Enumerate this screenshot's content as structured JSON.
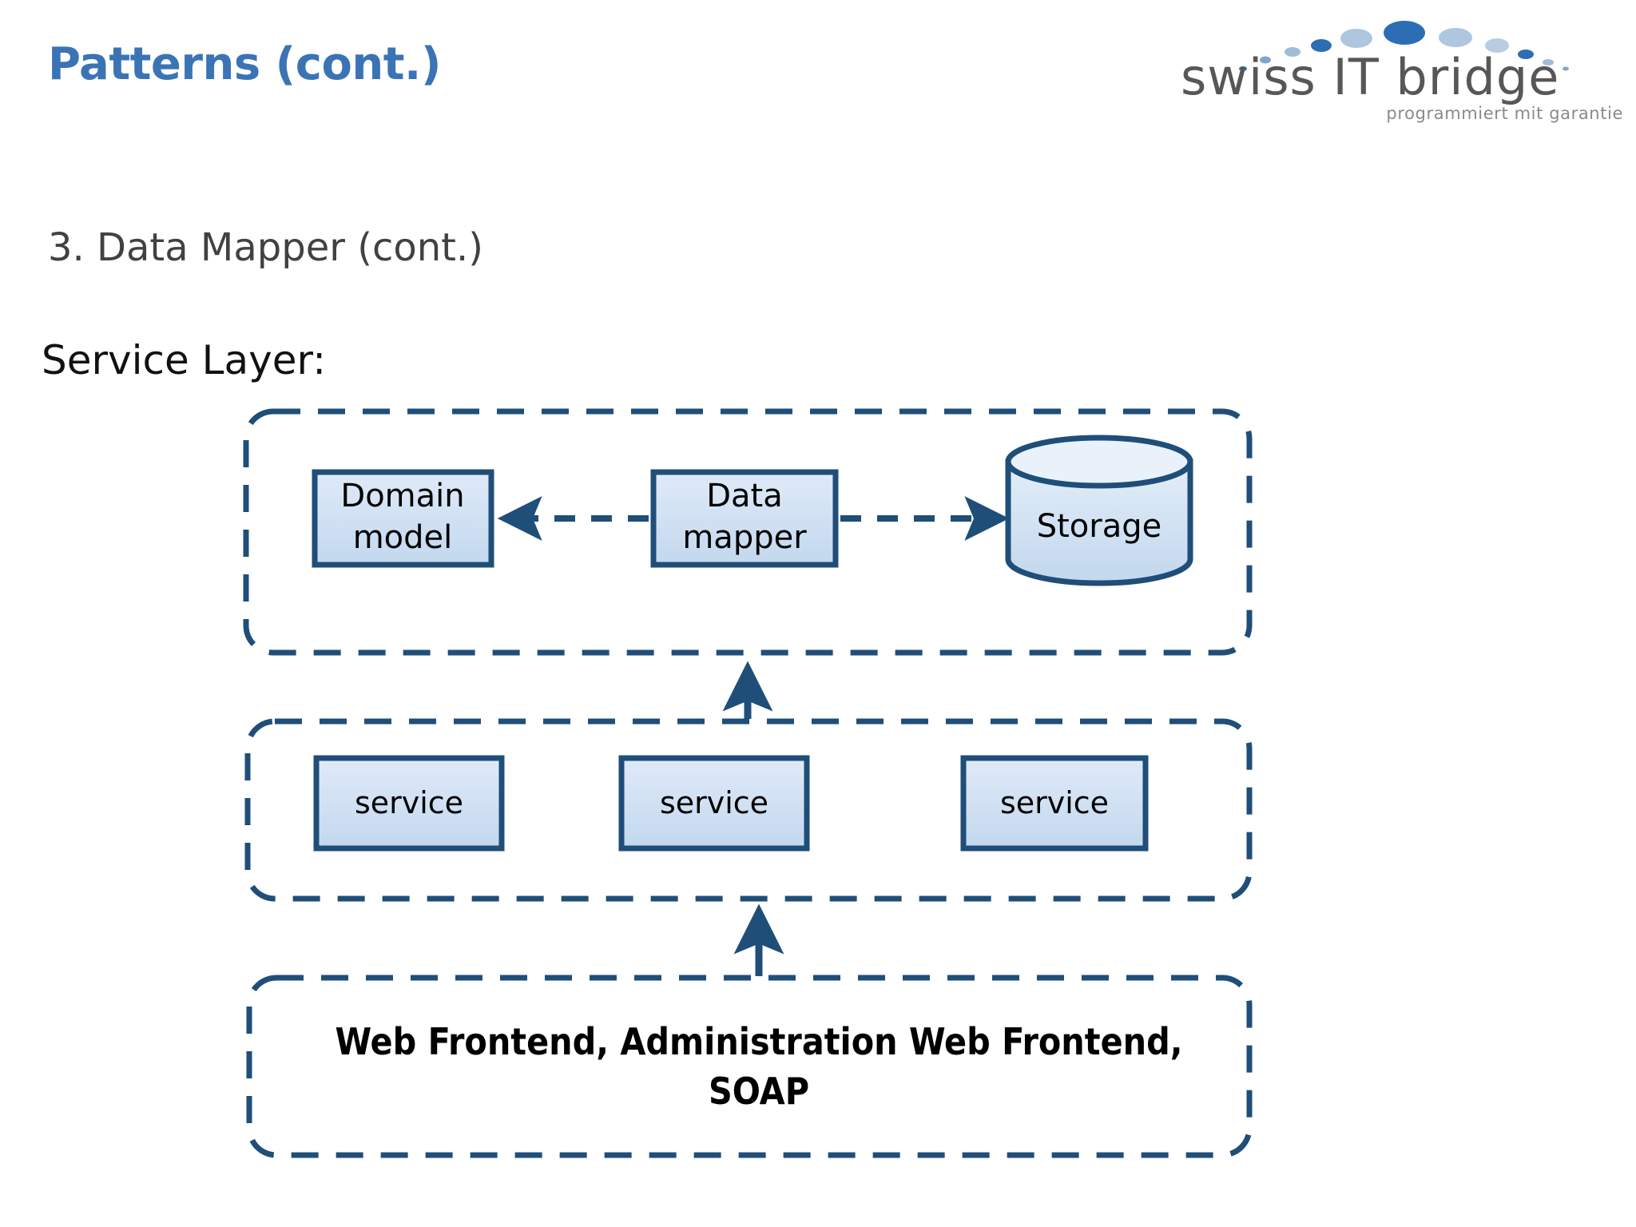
{
  "header": {
    "title": "Patterns (cont.)",
    "title_color": "#3a74b5",
    "logo": {
      "wordmark": "swiss IT bridge",
      "tagline": "programmiert mit garantie",
      "arc_dark_color": "#2d6db4",
      "arc_light_color": "#aec6de"
    }
  },
  "body": {
    "heading": "3. Data Mapper (cont.)",
    "subheading": "Service Layer:"
  },
  "chart_data": {
    "type": "diagram",
    "title": "Service Layer",
    "colors": {
      "node_fill_top": "#dce9f7",
      "node_fill_bottom": "#c6dbef",
      "node_stroke": "#1f4e79",
      "container_stroke": "#1f4e79",
      "arrow_color": "#1f4e79",
      "text_color": "#000000"
    },
    "layers": [
      {
        "id": "domain-layer",
        "name": "domain-layer",
        "nodes": [
          {
            "id": "domain-model",
            "label": "Domain\nmodel",
            "label_line1": "Domain",
            "label_line2": "model",
            "shape": "rect"
          },
          {
            "id": "data-mapper",
            "label": "Data\nmapper",
            "label_line1": "Data",
            "label_line2": "mapper",
            "shape": "rect"
          },
          {
            "id": "storage",
            "label": "Storage",
            "label_line1": "Storage",
            "label_line2": "",
            "shape": "cylinder"
          }
        ]
      },
      {
        "id": "service-layer",
        "name": "service-layer",
        "nodes": [
          {
            "id": "service-1",
            "label": "service",
            "shape": "rect"
          },
          {
            "id": "service-2",
            "label": "service",
            "shape": "rect"
          },
          {
            "id": "service-3",
            "label": "service",
            "shape": "rect"
          }
        ]
      },
      {
        "id": "frontend-layer",
        "name": "frontend-layer",
        "text_line1": "Web Frontend, Administration Web Frontend,",
        "text_line2": "SOAP"
      }
    ],
    "edges": [
      {
        "id": "edge-mapper-to-domain",
        "from": "data-mapper",
        "to": "domain-model",
        "style": "dashed",
        "direction": "left"
      },
      {
        "id": "edge-mapper-to-storage",
        "from": "data-mapper",
        "to": "storage",
        "style": "dashed",
        "direction": "right"
      },
      {
        "id": "edge-service-to-domain",
        "from": "service-layer",
        "to": "domain-layer",
        "style": "solid",
        "direction": "up"
      },
      {
        "id": "edge-frontend-to-service",
        "from": "frontend-layer",
        "to": "service-layer",
        "style": "solid",
        "direction": "up"
      }
    ]
  }
}
